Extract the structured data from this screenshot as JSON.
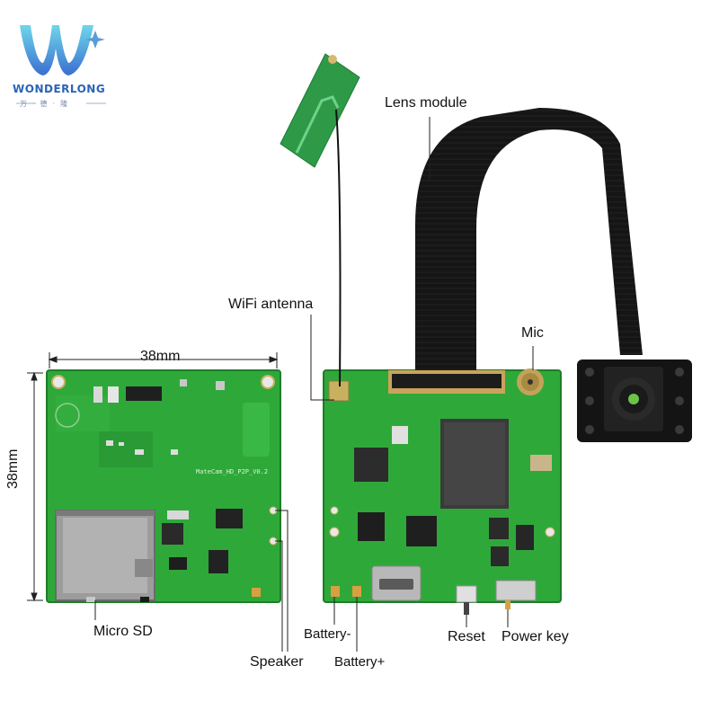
{
  "brand": {
    "name": "WONDERLONG",
    "subtitle": "万·德·隆"
  },
  "labels": {
    "width_dim": "38mm",
    "height_dim": "38mm",
    "lens_module": "Lens module",
    "wifi_antenna": "WiFi antenna",
    "mic": "Mic",
    "micro_sd": "Micro SD",
    "speaker": "Speaker",
    "battery_minus": "Battery-",
    "battery_plus": "Battery+",
    "reset": "Reset",
    "power_key": "Power key"
  },
  "board_silkscreen": "MateCam_HD_P2P_V0.2",
  "colors": {
    "pcb": "#2fa83a",
    "pcb_dark": "#1f7d29",
    "ribbon": "#161616",
    "antenna_pcb": "#2e9a48",
    "brand_blue": "#3a7bd5",
    "brand_cyan": "#5fd3e6"
  }
}
